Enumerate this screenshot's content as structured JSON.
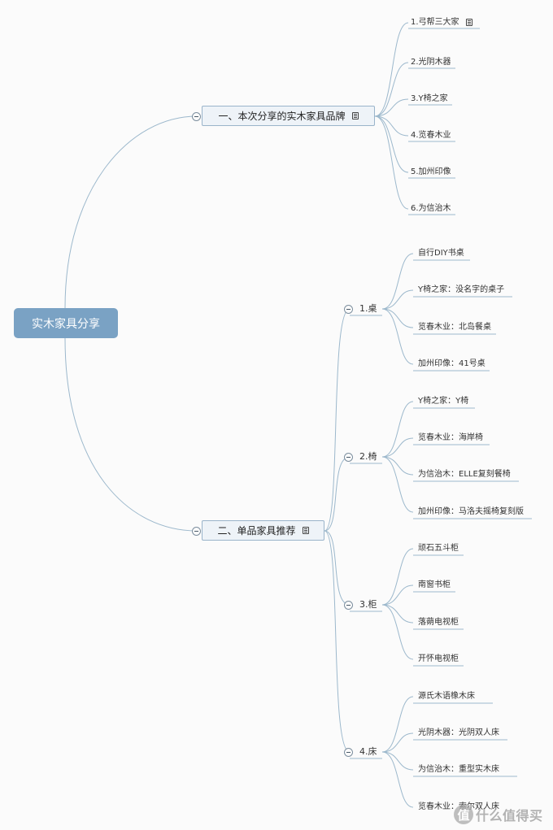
{
  "root": {
    "label": "实木家具分享"
  },
  "branches": [
    {
      "label": "一、本次分享的实木家具品牌",
      "has_note": true,
      "items": [
        "1.弓帮三大家",
        "2.光阴木器",
        "3.Y椅之家",
        "4.览春木业",
        "5.加州印像",
        "6.为信治木"
      ],
      "first_item_has_note": true
    },
    {
      "label": "二、单品家具推荐",
      "has_note": true,
      "groups": [
        {
          "label": "1.桌",
          "items": [
            "自行DIY书桌",
            "Y椅之家：没名字的桌子",
            "览春木业：北岛餐桌",
            "加州印像：41号桌"
          ]
        },
        {
          "label": "2.椅",
          "items": [
            "Y椅之家：Y椅",
            "览春木业：海岸椅",
            "为信治木：ELLE复刻餐椅",
            "加州印像：马洛夫摇椅复刻版"
          ]
        },
        {
          "label": "3.柜",
          "items": [
            "顽石五斗柜",
            "南窗书柜",
            "落蒴电视柜",
            "开怀电视柜"
          ]
        },
        {
          "label": "4.床",
          "items": [
            "源氏木语橡木床",
            "光阴木器：光阴双人床",
            "为信治木：重型实木床",
            "览春木业：索尔双人床"
          ]
        }
      ]
    }
  ],
  "watermark": {
    "seal": "值",
    "text": "什么值得买"
  },
  "colors": {
    "root_bg": "#7aa2c4",
    "link": "#9cb8cc",
    "topic_bg": "#eef3f8",
    "topic_border": "#9ab4ca"
  }
}
